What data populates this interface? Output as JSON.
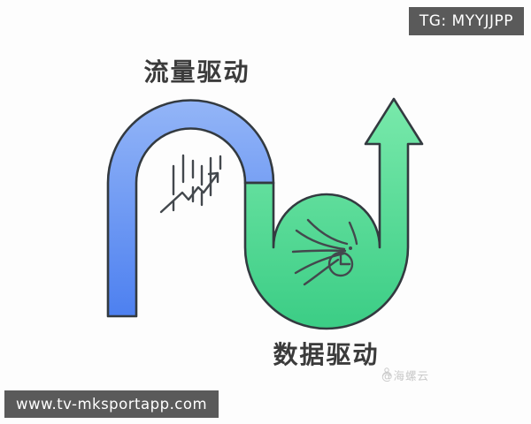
{
  "badge": {
    "label": "TG: MYYJJPP"
  },
  "diagram": {
    "top_label": "流量驱动",
    "bottom_label": "数据驱动",
    "colors": {
      "blue_top": "#93b5f7",
      "blue_bottom": "#4d80f0",
      "green_top": "#79e9ab",
      "green_bottom": "#3bcd85",
      "outline": "#333a40",
      "icon_stroke": "#43484d"
    },
    "icons": [
      "candlestick-trend-icon",
      "data-flow-clock-icon",
      "up-arrow"
    ]
  },
  "watermarks": {
    "site_url": "www.tv-mksportapp.com",
    "credit": "@海螺云"
  }
}
